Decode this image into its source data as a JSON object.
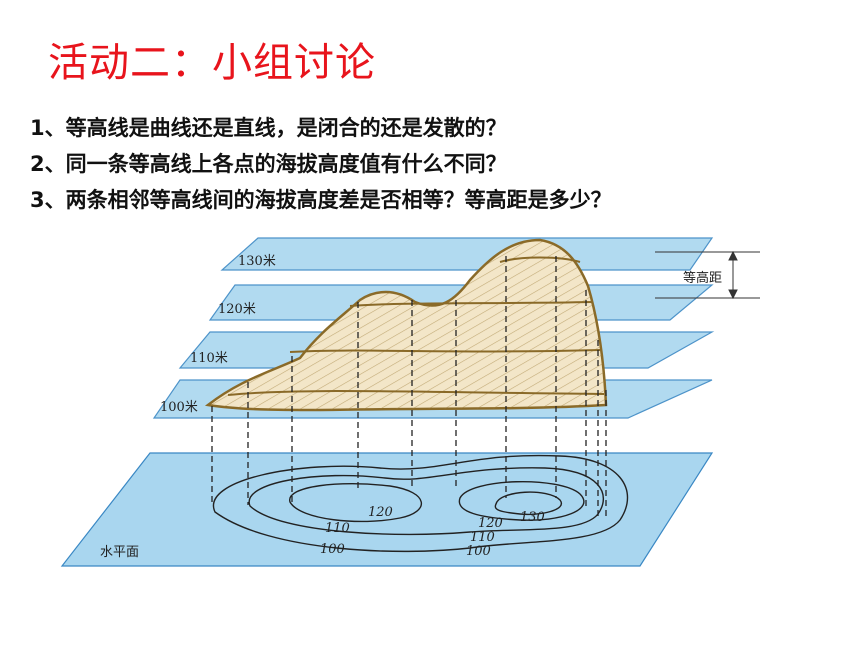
{
  "title": "活动二：小组讨论",
  "questions": [
    "1、等高线是曲线还是直线，是闭合的还是发散的？",
    "2、同一条等高线上各点的海拔高度值有什么不同？",
    "3、两条相邻等高线间的海拔高度差是否相等？等高距是多少？"
  ],
  "diagram": {
    "plane_labels": [
      "130米",
      "120米",
      "110米",
      "100米"
    ],
    "contour_interval_label": "等高距",
    "base_label": "水平面",
    "contour_labels": {
      "left_120": "120",
      "left_110": "110",
      "left_100": "100",
      "right_120": "120",
      "right_130": "130",
      "right_110": "110",
      "right_100": "100"
    },
    "colors": {
      "plane_fill": "#a9d6ef",
      "plane_stroke": "#3a88c4",
      "mountain_fill": "#f3e6c8",
      "mountain_stroke": "#8a6a28",
      "title_color": "#e8141c"
    }
  }
}
